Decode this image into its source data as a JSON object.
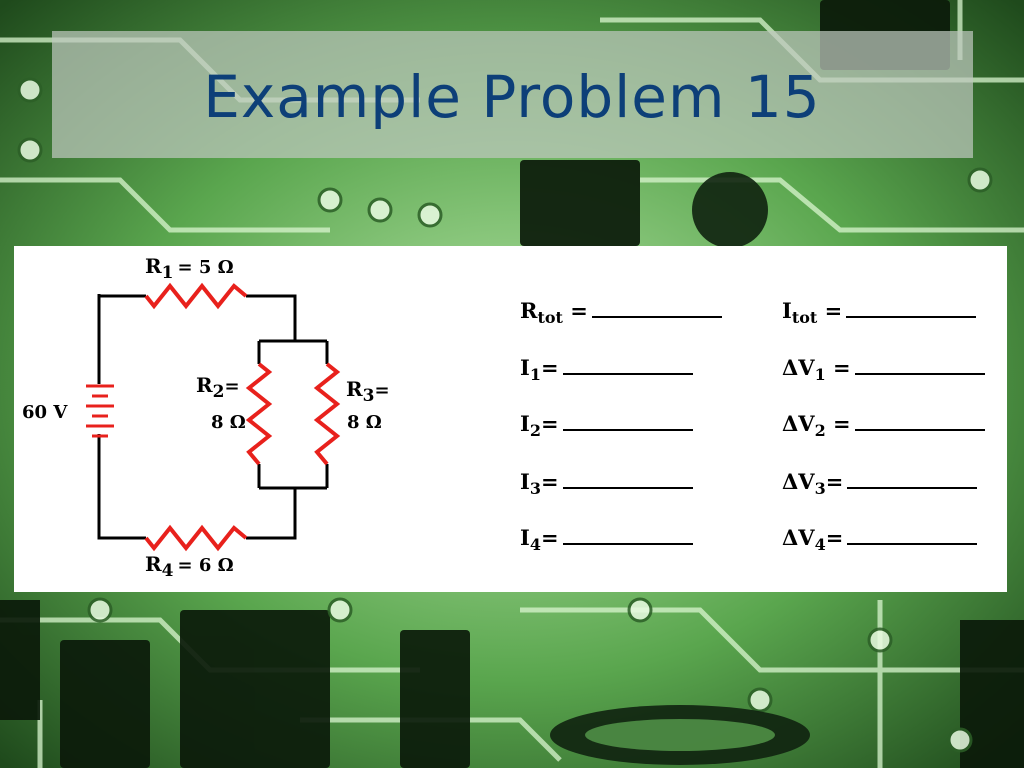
{
  "slide": {
    "title": "Example Problem 15"
  },
  "circuit": {
    "battery_label": "60 V",
    "r1": {
      "label": "R",
      "sub": "1",
      "value": "= 5 Ω"
    },
    "r2": {
      "label": "R",
      "sub": "2",
      "suffix": "=",
      "value": "8 Ω"
    },
    "r3": {
      "label": "R",
      "sub": "3",
      "suffix": "=",
      "value": "8 Ω"
    },
    "r4": {
      "label": "R",
      "sub": "4",
      "value": "= 6 Ω"
    }
  },
  "equations": {
    "left": [
      {
        "sym": "R",
        "sub": "tot",
        "op": " ="
      },
      {
        "sym": "I",
        "sub": "1",
        "op": "="
      },
      {
        "sym": "I",
        "sub": "2",
        "op": "="
      },
      {
        "sym": "I",
        "sub": "3",
        "op": "="
      },
      {
        "sym": "I",
        "sub": "4",
        "op": "="
      }
    ],
    "right": [
      {
        "sym": "I",
        "sub": "tot",
        "op": " ="
      },
      {
        "sym": "ΔV",
        "sub": "1",
        "op": " ="
      },
      {
        "sym": "ΔV",
        "sub": "2",
        "op": " ="
      },
      {
        "sym": "ΔV",
        "sub": "3",
        "op": "="
      },
      {
        "sym": "ΔV",
        "sub": "4",
        "op": "="
      }
    ]
  },
  "colors": {
    "title_text": "#0d3f78",
    "wire": "#000000",
    "resistor": "#e8211c",
    "board": "#3d8a3a"
  }
}
